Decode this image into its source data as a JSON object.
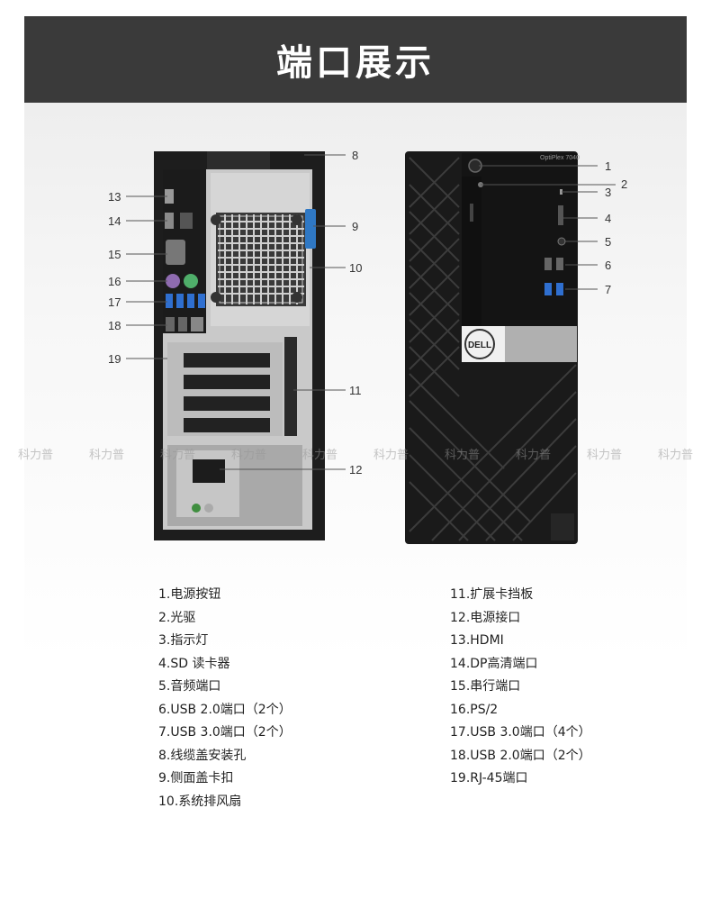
{
  "title": "端口展示",
  "rear_callouts": [
    "13",
    "14",
    "15",
    "16",
    "17",
    "18",
    "19"
  ],
  "right_callouts": [
    "8",
    "9",
    "10",
    "11",
    "12"
  ],
  "front_callouts": [
    "1",
    "2",
    "3",
    "4",
    "5",
    "6",
    "7"
  ],
  "front_model_label": "OptiPlex 7040",
  "brand_logo": "DELL",
  "watermark": "科力普",
  "ports_left": [
    "1.电源按钮",
    "2.光驱",
    "3.指示灯",
    "4.SD 读卡器",
    "5.音频端口",
    "6.USB 2.0端口（2个）",
    "7.USB 3.0端口（2个）",
    "8.线缆盖安装孔",
    "9.侧面盖卡扣",
    "10.系统排风扇"
  ],
  "ports_right": [
    "11.扩展卡挡板",
    "12.电源接口",
    "13.HDMI",
    "14.DP高清端口",
    "15.串行端口",
    "16.PS/2",
    "17.USB 3.0端口（4个）",
    "18.USB 2.0端口（2个）",
    "19.RJ-45端口"
  ]
}
